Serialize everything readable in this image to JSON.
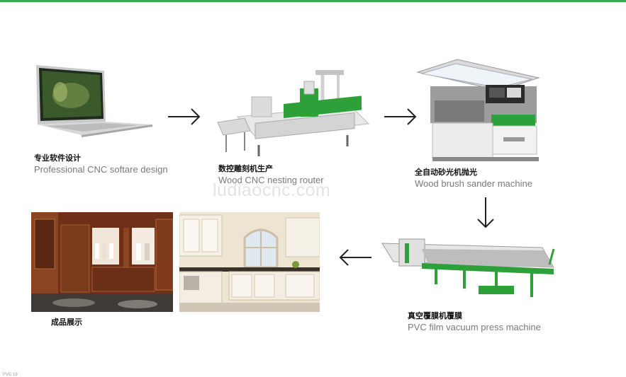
{
  "steps": {
    "design": {
      "zh": "专业软件设计",
      "en": "Professional CNC softare design"
    },
    "nesting": {
      "zh": "数控雕刻机生产",
      "en": "Wood CNC nesting router"
    },
    "sander": {
      "zh": "全自动砂光机抛光",
      "en": "Wood brush sander machine"
    },
    "press": {
      "zh": "真空覆膜机覆膜",
      "en": "PVC film vacuum press machine"
    },
    "products": {
      "zh": "成品展示"
    }
  },
  "watermark": "ludiaocnc.com",
  "footer": "PVC 19",
  "colors": {
    "accent_green": "#3ea84a",
    "machine_green": "#2ea03a",
    "arrow": "#222222"
  }
}
